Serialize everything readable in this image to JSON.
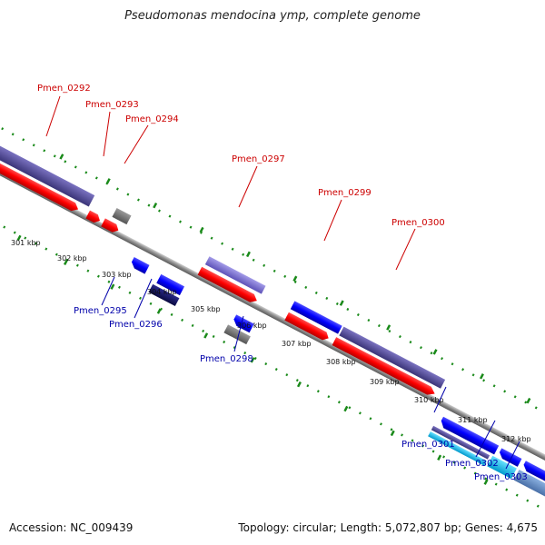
{
  "title": "Pseudomonas mendocina ymp, complete genome",
  "footer": {
    "accession": "Accession: NC_009439",
    "summary": "Topology: circular; Length: 5,072,807 bp; Genes: 4,675"
  },
  "colors": {
    "forward_label": "#cc0000",
    "reverse_label": "#0000aa",
    "tick": "#1a8a1a",
    "backbone": "#888888"
  },
  "ticks": [
    "301 kbp",
    "302 kbp",
    "303 kbp",
    "304 kbp",
    "305 kbp",
    "306 kbp",
    "307 kbp",
    "308 kbp",
    "309 kbp",
    "310 kbp",
    "311 kbp",
    "312 kbp"
  ],
  "genes_top": [
    {
      "label": "Pmen_0292"
    },
    {
      "label": "Pmen_0293"
    },
    {
      "label": "Pmen_0294"
    },
    {
      "label": "Pmen_0297"
    },
    {
      "label": "Pmen_0299"
    },
    {
      "label": "Pmen_0300"
    }
  ],
  "genes_bottom": [
    {
      "label": "Pmen_0295"
    },
    {
      "label": "Pmen_0296"
    },
    {
      "label": "Pmen_0298"
    },
    {
      "label": "Pmen_0301"
    },
    {
      "label": "Pmen_0302"
    },
    {
      "label": "Pmen_0303"
    }
  ]
}
